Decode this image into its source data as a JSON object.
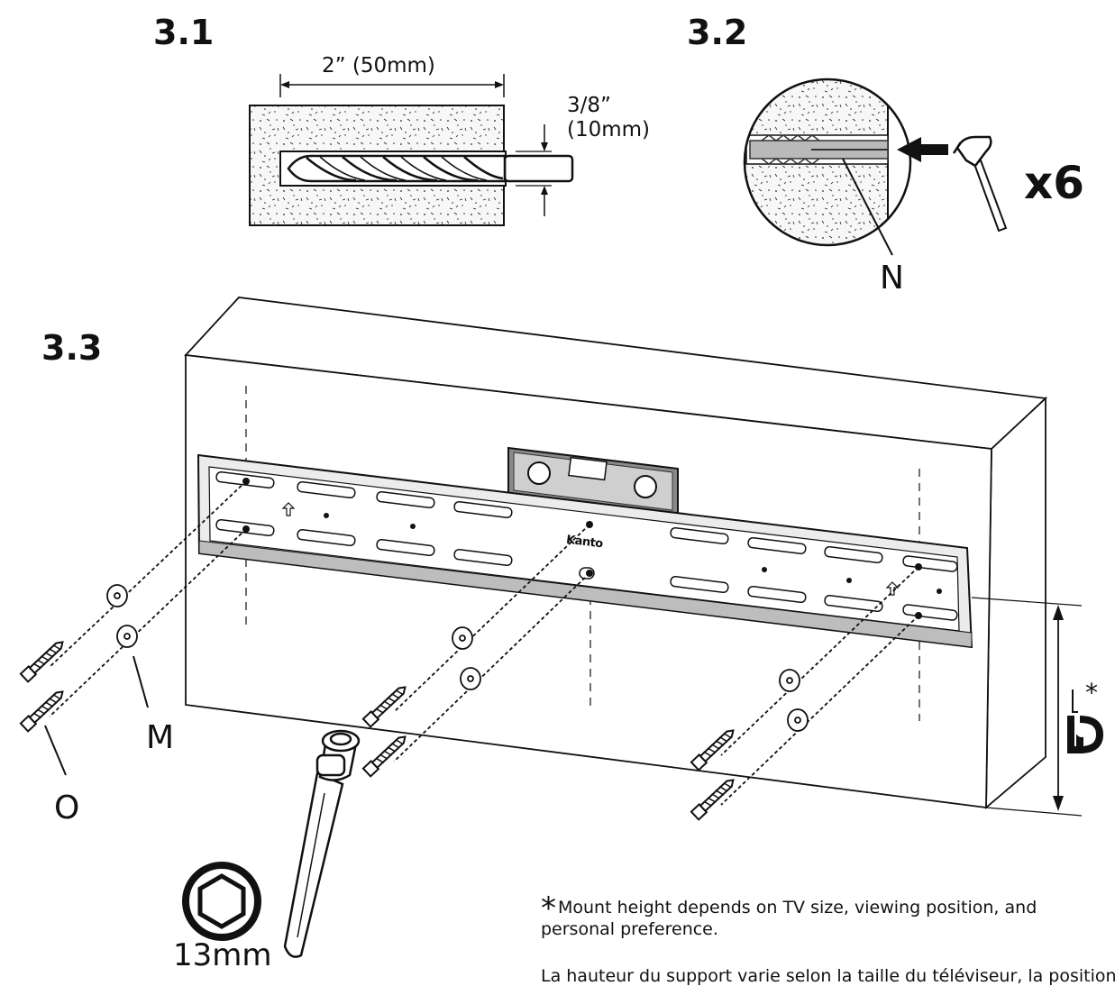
{
  "steps": {
    "s31": "3.1",
    "s32": "3.2",
    "s33": "3.3"
  },
  "drill": {
    "depth_label": "2” (50mm)",
    "diameter_label_1": "3/8”",
    "diameter_label_2": "(10mm)"
  },
  "anchor": {
    "callout": "N",
    "quantity": "x6"
  },
  "mount": {
    "brand": "Kanto",
    "callout_washer": "M",
    "callout_bolt": "O",
    "socket_size": "13mm",
    "height_symbol": "*"
  },
  "footnote": {
    "star": "*",
    "en": "Mount height depends on TV size, viewing position, and personal preference.",
    "fr": "La hauteur du support varie selon la taille du téléviseur, la position de"
  },
  "colors": {
    "ink": "#111111",
    "concrete": "#f4f4f4",
    "gray": "#9a9a9a"
  }
}
